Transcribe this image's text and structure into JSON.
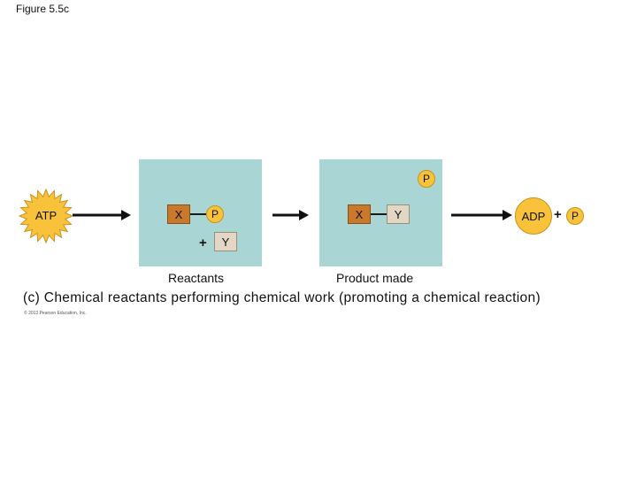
{
  "figure_label": "Figure 5.5c",
  "atp_label": "ATP",
  "reactants": {
    "x_label": "X",
    "p_label": "P",
    "plus": "+",
    "y_label": "Y",
    "caption": "Reactants"
  },
  "product": {
    "x_label": "X",
    "y_label": "Y",
    "released_p_label": "P",
    "caption": "Product made"
  },
  "adp": {
    "adp_label": "ADP",
    "plus": "+",
    "p_label": "P"
  },
  "caption": "(c) Chemical reactants performing chemical work (promoting a chemical reaction)",
  "copyright": "© 2013 Pearson Education, Inc.",
  "colors": {
    "panel": "#a9d6d4",
    "phosphate": "#f8c33a",
    "molecule_x": "#c9792b",
    "molecule_y": "#e2d6c5",
    "dashed_arrow": "#b2232a"
  }
}
